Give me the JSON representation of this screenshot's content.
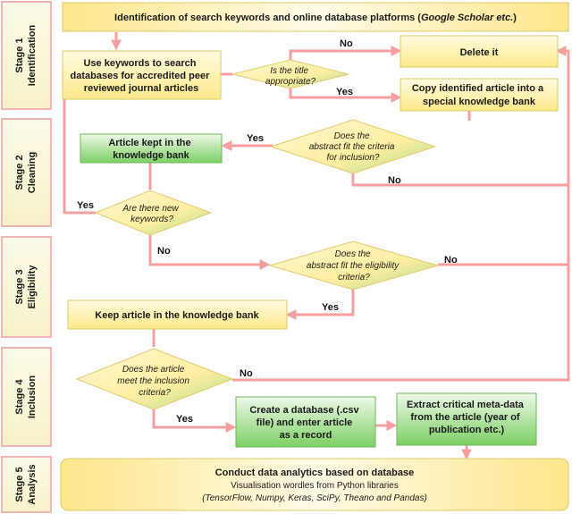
{
  "stages": [
    {
      "name": "Stage 1",
      "label": "Identification"
    },
    {
      "name": "Stage 2",
      "label": "Cleaning"
    },
    {
      "name": "Stage 3",
      "label": "Eligibility"
    },
    {
      "name": "Stage 4",
      "label": "Inclusion"
    },
    {
      "name": "Stage 5",
      "label": "Analysis"
    }
  ],
  "boxes": {
    "identification": {
      "text": "Identification of search keywords and online database platforms (",
      "italic": "Google Scholar etc.",
      "tail": ")"
    },
    "use_keywords": {
      "lines": [
        "Use keywords to search",
        "databases for accredited peer",
        "reviewed journal articles"
      ]
    },
    "delete": {
      "lines": [
        "Delete it"
      ]
    },
    "copy": {
      "lines": [
        "Copy identified article into a",
        "special knowledge bank"
      ]
    },
    "kept": {
      "lines": [
        "Article kept in the",
        "knowledge bank"
      ]
    },
    "keep_kb": {
      "lines": [
        "Keep article in the knowledge bank"
      ]
    },
    "create_db": {
      "lines": [
        "Create a database (.csv",
        "file) and enter article",
        "as a record"
      ]
    },
    "extract": {
      "lines": [
        "Extract critical meta-data",
        "from the article (year of",
        "publication etc.)"
      ]
    },
    "analytics": {
      "title": "Conduct data analytics based on database",
      "sub": "Visualisation wordles from Python libraries",
      "libs": "(TensorFlow, Numpy, Keras, SciPy, Theano and Pandas)"
    }
  },
  "decisions": {
    "title": {
      "lines": [
        "Is the title",
        "appropriate?"
      ]
    },
    "abstract": {
      "lines": [
        "Does the",
        "abstract fit the criteria",
        "for inclusion?"
      ]
    },
    "keywords": {
      "lines": [
        "Are there new",
        "keywords?"
      ]
    },
    "eligibility": {
      "lines": [
        "Does the",
        "abstract fit the eligibility",
        "criteria?"
      ]
    },
    "inclusion": {
      "lines": [
        "Does the article",
        "meet the inclusion",
        "criteria?"
      ]
    }
  },
  "edges": {
    "title_no": "No",
    "title_yes": "Yes",
    "abstract_yes": "Yes",
    "abstract_no": "No",
    "keywords_yes": "Yes",
    "keywords_no": "No",
    "elig_no": "No",
    "elig_yes": "Yes",
    "incl_no": "No",
    "incl_yes": "Yes"
  },
  "colors": {
    "stage_fill": "#fdfbe0",
    "stage_stroke": "#f2b5b5",
    "arrow": "#f4a0a0",
    "yellow_box": "#fef7c4",
    "green_box_top": "#eaf7e4",
    "green_box_bottom": "#7ccf64"
  }
}
